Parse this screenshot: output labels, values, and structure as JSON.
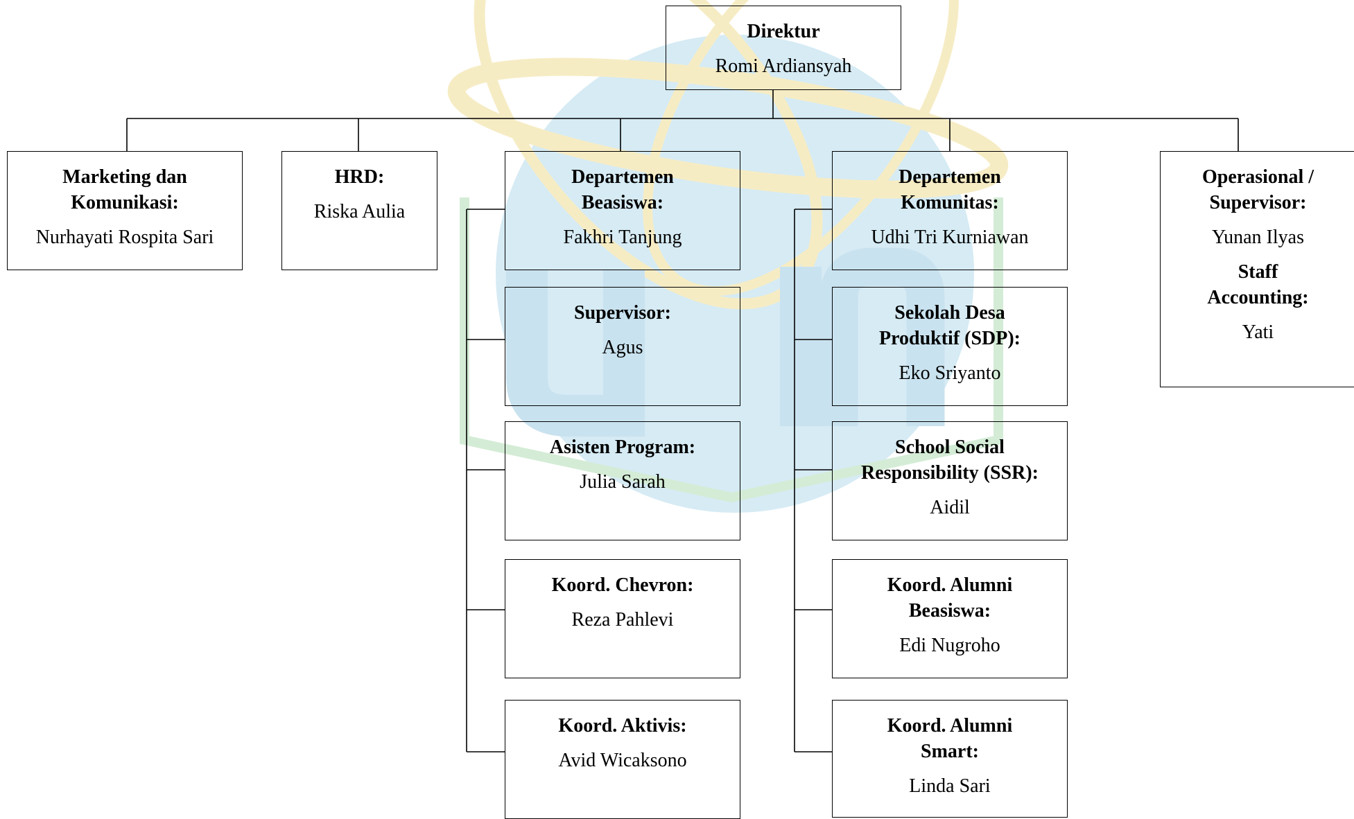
{
  "chart": {
    "direktur": {
      "title": "Direktur",
      "name": "Romi Ardiansyah"
    },
    "marketing": {
      "title": "Marketing dan Komunikasi:",
      "name": "Nurhayati Rospita Sari"
    },
    "hrd": {
      "title": "HRD:",
      "name": "Riska Aulia"
    },
    "beasiswa": {
      "title": "Departemen Beasiswa:",
      "name": "Fakhri Tanjung"
    },
    "beasiswa_units": [
      {
        "title": "Supervisor:",
        "name": "Agus"
      },
      {
        "title": "Asisten Program:",
        "name": "Julia Sarah"
      },
      {
        "title": "Koord. Chevron:",
        "name": "Reza Pahlevi"
      },
      {
        "title": "Koord. Aktivis:",
        "name": "Avid Wicaksono"
      }
    ],
    "komunitas": {
      "title": "Departemen Komunitas:",
      "name": "Udhi Tri Kurniawan"
    },
    "komunitas_units": [
      {
        "title": "Sekolah Desa Produktif (SDP):",
        "name": "Eko Sriyanto"
      },
      {
        "title": "School Social Responsibility (SSR):",
        "name": "Aidil"
      },
      {
        "title": "Koord. Alumni Beasiswa:",
        "name": "Edi Nugroho"
      },
      {
        "title": "Koord. Alumni Smart:",
        "name": "Linda Sari"
      }
    ],
    "operasional": {
      "title": "Operasional / Supervisor:",
      "name": "Yunan Ilyas",
      "title2": "Staff Accounting:",
      "name2": "Yati"
    }
  },
  "colors": {
    "watermark_blue": "#cfe7f2",
    "watermark_yellow": "#f6ecc4",
    "watermark_green": "#d4ecd6",
    "line": "#000000"
  }
}
